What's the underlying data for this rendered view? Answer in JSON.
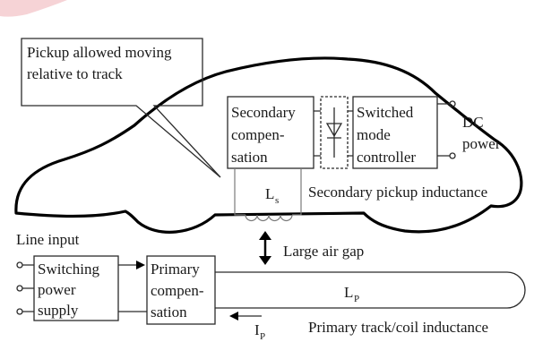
{
  "callout": {
    "line1": "Pickup allowed moving",
    "line2": "relative to track"
  },
  "secondary_compensation": {
    "line1": "Secondary",
    "line2": "compen-",
    "line3": "sation"
  },
  "switched_mode_controller": {
    "line1": "Switched",
    "line2": "mode",
    "line3": "controller"
  },
  "dc_power": {
    "line1": "DC",
    "line2": "power"
  },
  "pickup_inductance": {
    "symbol": "L",
    "subscript": "s",
    "label": "Secondary pickup inductance"
  },
  "air_gap": {
    "label": "Large air gap"
  },
  "line_input": {
    "label": "Line input"
  },
  "switching_power_supply": {
    "line1": "Switching",
    "line2": "power",
    "line3": "supply"
  },
  "primary_compensation": {
    "line1": "Primary",
    "line2": "compen-",
    "line3": "sation"
  },
  "primary_track": {
    "symbol": "L",
    "subscript": "P",
    "label": "Primary track/coil inductance"
  },
  "primary_current": {
    "symbol": "I",
    "subscript": "P"
  }
}
